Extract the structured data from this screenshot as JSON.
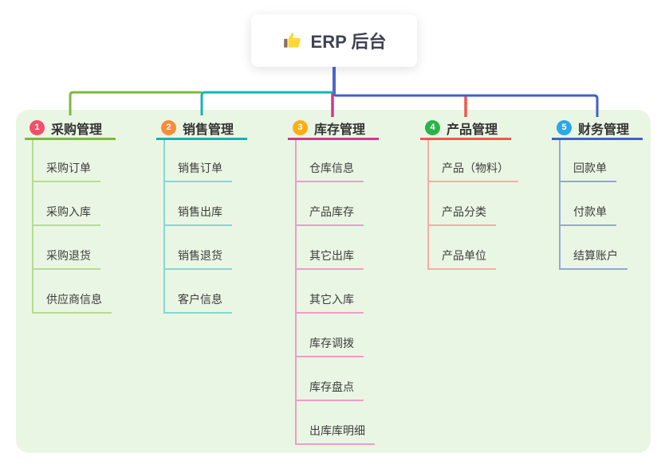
{
  "root": {
    "icon": "thumbs-up-icon",
    "label": "ERP 后台"
  },
  "colors": {
    "page_bg": "#ffffff",
    "panel_bg": "#EAF6E4",
    "trunk": "#5166C9",
    "title_text": "#333333",
    "child_text": "#3D3D3D"
  },
  "branches": [
    {
      "index": "1",
      "title": "采购管理",
      "badge": "#F1506A",
      "line": "#7CB83E",
      "light": "#B7DC90",
      "children": [
        "采购订单",
        "采购入库",
        "采购退货",
        "供应商信息"
      ]
    },
    {
      "index": "2",
      "title": "销售管理",
      "badge": "#FB8C3B",
      "line": "#13B5AE",
      "light": "#84D8D2",
      "children": [
        "销售订单",
        "销售出库",
        "销售退货",
        "客户信息"
      ]
    },
    {
      "index": "3",
      "title": "库存管理",
      "badge": "#FFAD14",
      "line": "#D4368D",
      "light": "#F09CC5",
      "children": [
        "仓库信息",
        "产品库存",
        "其它出库",
        "其它入库",
        "库存调拨",
        "库存盘点",
        "出库库明细"
      ]
    },
    {
      "index": "4",
      "title": "产品管理",
      "badge": "#2BB24C",
      "line": "#F2564E",
      "light": "#F8ACA6",
      "children": [
        "产品（物料）",
        "产品分类",
        "产品单位"
      ]
    },
    {
      "index": "5",
      "title": "财务管理",
      "badge": "#2CA8E6",
      "line": "#4161C6",
      "light": "#94A6DF",
      "children": [
        "回款单",
        "付款单",
        "结算账户"
      ]
    }
  ]
}
